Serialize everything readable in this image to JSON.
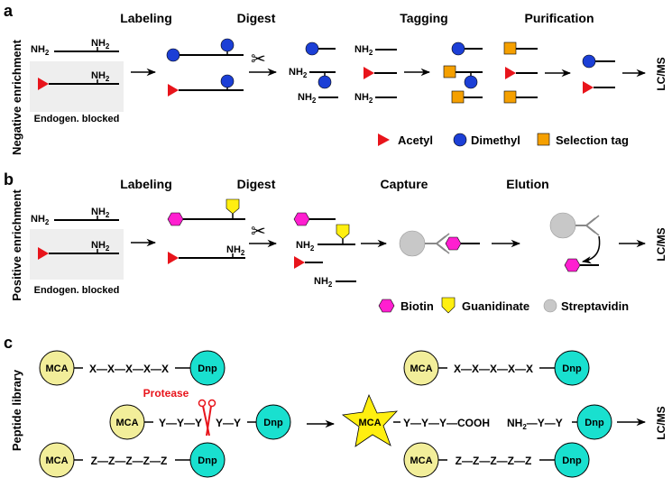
{
  "colors": {
    "acetyl": "#e8141b",
    "dimethyl": "#1c3fd6",
    "selection_tag": "#f5a000",
    "biotin": "#ff1fd0",
    "guanidinate": "#ffef10",
    "streptavidin": "#c8c8c8",
    "mca_fill": "#f2ee9a",
    "dnp_fill": "#19e0cf",
    "mca_star": "#ffef10",
    "protease_red": "#e8141b",
    "blocked_bg": "#eeeeee"
  },
  "panel_a": {
    "letter": "a",
    "side_label": "Negative enrichment",
    "steps": [
      "Labeling",
      "Digest",
      "Tagging",
      "Purification"
    ],
    "nh2": "NH",
    "nh2_sub": "2",
    "endogen_label": "Endogen. blocked",
    "lcms": "LC/MS",
    "legend": [
      {
        "name": "Acetyl",
        "icon": "triangle-icon"
      },
      {
        "name": "Dimethyl",
        "icon": "circle-icon"
      },
      {
        "name": "Selection tag",
        "icon": "square-icon"
      }
    ]
  },
  "panel_b": {
    "letter": "b",
    "side_label": "Positive enrichment",
    "steps": [
      "Labeling",
      "Digest",
      "Capture",
      "Elution"
    ],
    "nh2": "NH",
    "nh2_sub": "2",
    "endogen_label": "Endogen. blocked",
    "lcms": "LC/MS",
    "legend": [
      {
        "name": "Biotin",
        "icon": "hexagon-icon"
      },
      {
        "name": "Guanidinate",
        "icon": "pentagon-icon"
      },
      {
        "name": "Streptavidin",
        "icon": "circle-icon"
      }
    ]
  },
  "panel_c": {
    "letter": "c",
    "side_label": "Peptide library",
    "mca": "MCA",
    "dnp": "Dnp",
    "protease": "Protease",
    "row_x": "X—X—X—X—X",
    "row_y": "Y—Y—Y",
    "row_y_tail": "Y—Y",
    "row_z": "Z—Z—Z—Z—Z",
    "product_left": "Y—Y—Y—COOH",
    "product_right_nh2": "NH",
    "product_right_sub": "2",
    "product_right_chain": "—Y—Y",
    "lcms": "LC/MS"
  }
}
